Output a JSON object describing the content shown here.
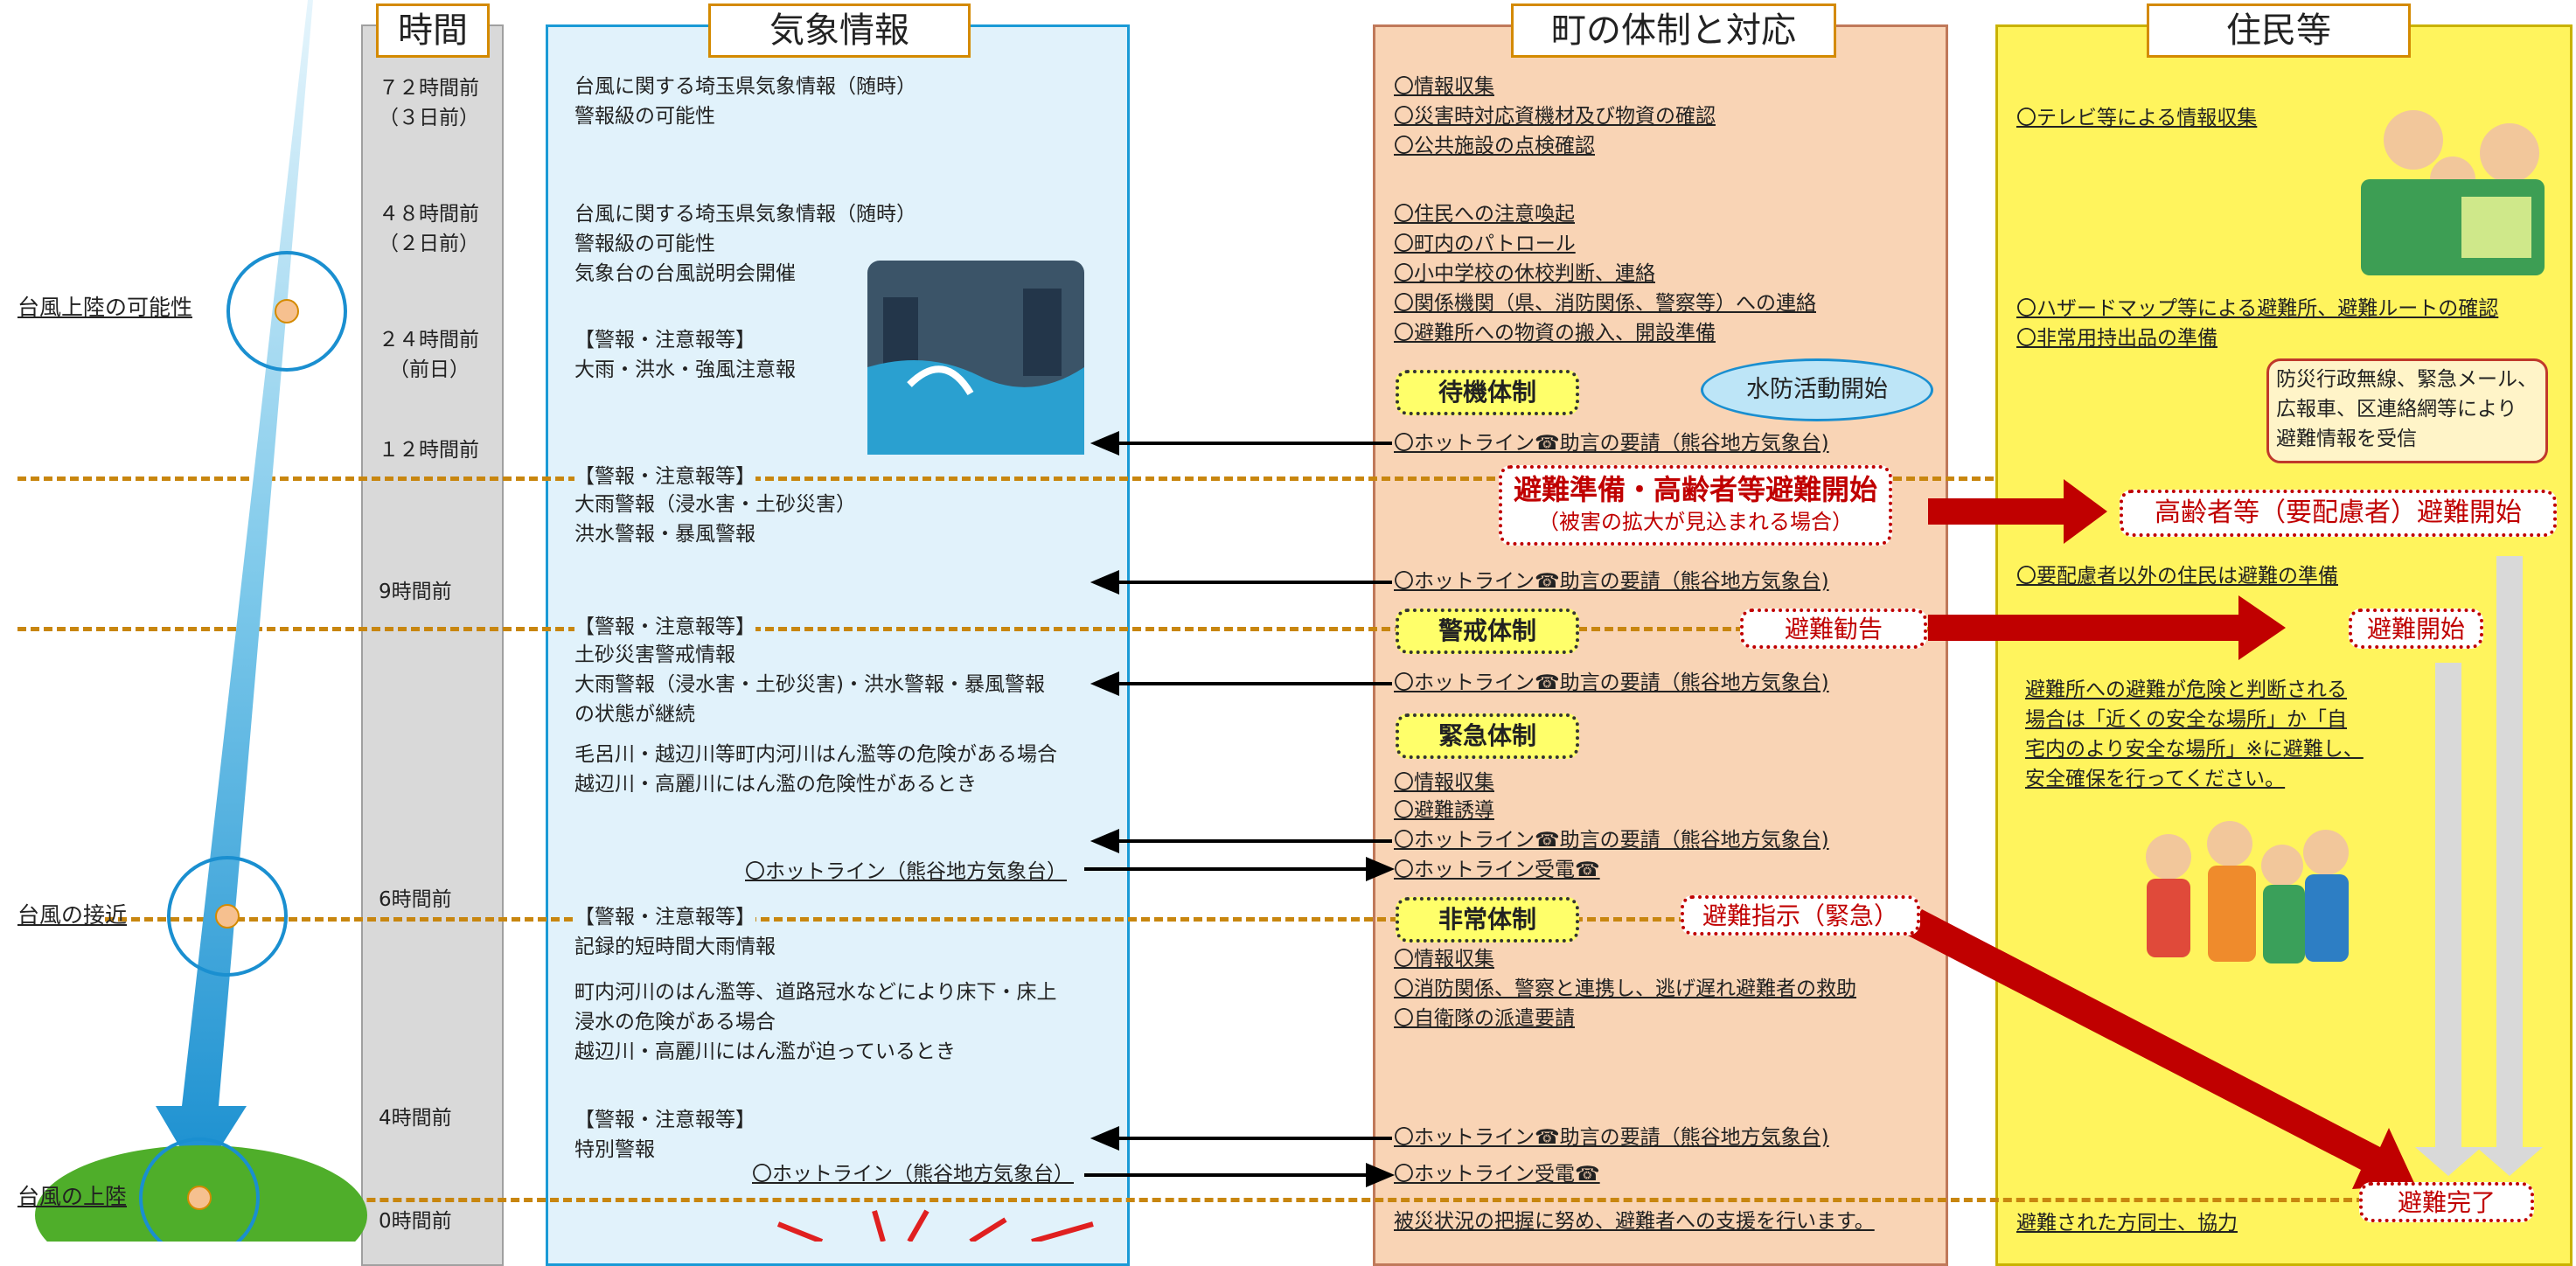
{
  "headers": {
    "time": "時間",
    "weather": "気象情報",
    "town": "町の体制と対応",
    "residents": "住民等"
  },
  "left_labels": {
    "possibility": "台風上陸の可能性",
    "approach": "台風の接近",
    "landfall": "台風の上陸"
  },
  "times": {
    "t72a": "７２時間前",
    "t72b": "（３日前）",
    "t48a": "４８時間前",
    "t48b": "（２日前）",
    "t24a": "２４時間前",
    "t24b": "（前日）",
    "t12": "１２時間前",
    "t9": "9時間前",
    "t6": "6時間前",
    "t4": "4時間前",
    "t0": "0時間前"
  },
  "weather": {
    "w1": "台風に関する埼玉県気象情報（随時）",
    "w2": "警報級の可能性",
    "w3": "台風に関する埼玉県気象情報（随時）",
    "w4": "警報級の可能性",
    "w5": "気象台の台風説明会開催",
    "w6": "【警報・注意報等】",
    "w7": "大雨・洪水・強風注意報",
    "w8": "【警報・注意報等】",
    "w9": "大雨警報（浸水害・土砂災害）",
    "w10": "洪水警報・暴風警報",
    "w11": "【警報・注意報等】",
    "w12": "土砂災害警戒情報",
    "w13": "大雨警報（浸水害・土砂災害)・洪水警報・暴風警報",
    "w14": "の状態が継続",
    "w15": "毛呂川・越辺川等町内河川はん濫等の危険がある場合",
    "w16": "越辺川・高麗川にはん濫の危険性があるとき",
    "w17": "〇ホットライン（熊谷地方気象台）",
    "w18": "【警報・注意報等】",
    "w19": "記録的短時間大雨情報",
    "w20": "町内河川のはん濫等、道路冠水などにより床下・床上",
    "w21": "浸水の危険がある場合",
    "w22": "越辺川・高麗川にはん濫が迫っているとき",
    "w23": "【警報・注意報等】",
    "w24": "特別警報",
    "w25": "〇ホットライン（熊谷地方気象台）"
  },
  "town": {
    "a1": "〇情報収集",
    "a2": "〇災害時対応資機材及び物資の確認",
    "a3": "〇公共施設の点検確認",
    "a4": "〇住民への注意喚起",
    "a5": "〇町内のパトロール",
    "a6": "〇小中学校の休校判断、連絡",
    "a7": "〇関係機関（県、消防関係、警察等）への連絡",
    "a8": "〇避難所への物資の搬入、開設準備",
    "standby": "待機体制",
    "flood": "水防活動開始",
    "a9": "〇ホットライン☎助言の要請（熊谷地方気象台)",
    "prep1": "避難準備・高齢者等避難開始",
    "prep2": "（被害の拡大が見込まれる場合）",
    "a10": "〇ホットライン☎助言の要請（熊谷地方気象台)",
    "alert": "警戒体制",
    "kankoku": "避難勧告",
    "a11": "〇ホットライン☎助言の要請（熊谷地方気象台)",
    "emergency": "緊急体制",
    "a12": "〇情報収集",
    "a13": "〇避難誘導",
    "a14": "〇ホットライン☎助言の要請（熊谷地方気象台)",
    "a15": "〇ホットライン受電☎",
    "extreme": "非常体制",
    "shiji": "避難指示（緊急）",
    "a16": "〇情報収集",
    "a17": "〇消防関係、警察と連携し、逃げ遅れ避難者の救助",
    "a18": "〇自衛隊の派遣要請",
    "a19": "〇ホットライン☎助言の要請（熊谷地方気象台)",
    "a20": "〇ホットライン受電☎",
    "a21": "被災状況の把握に努め、避難者への支援を行います。"
  },
  "residents": {
    "r1": "〇テレビ等による情報収集",
    "r2": "〇ハザードマップ等による避難所、避難ルートの確認",
    "r3": "〇非常用持出品の準備",
    "box1": "防災行政無線、緊急メール、",
    "box2": "広報車、区連絡網等により",
    "box3": "避難情報を受信",
    "elderly": "高齢者等（要配慮者）避難開始",
    "r4": "〇要配慮者以外の住民は避難の準備",
    "start": "避難開始",
    "r5": "避難所への避難が危険と判断される",
    "r6": "場合は「近くの安全な場所」か「自",
    "r7": "宅内のより安全な場所」※に避難し、",
    "r8": "安全確保を行ってください。",
    "done": "避難完了",
    "r9": "避難された方同士、協力"
  }
}
